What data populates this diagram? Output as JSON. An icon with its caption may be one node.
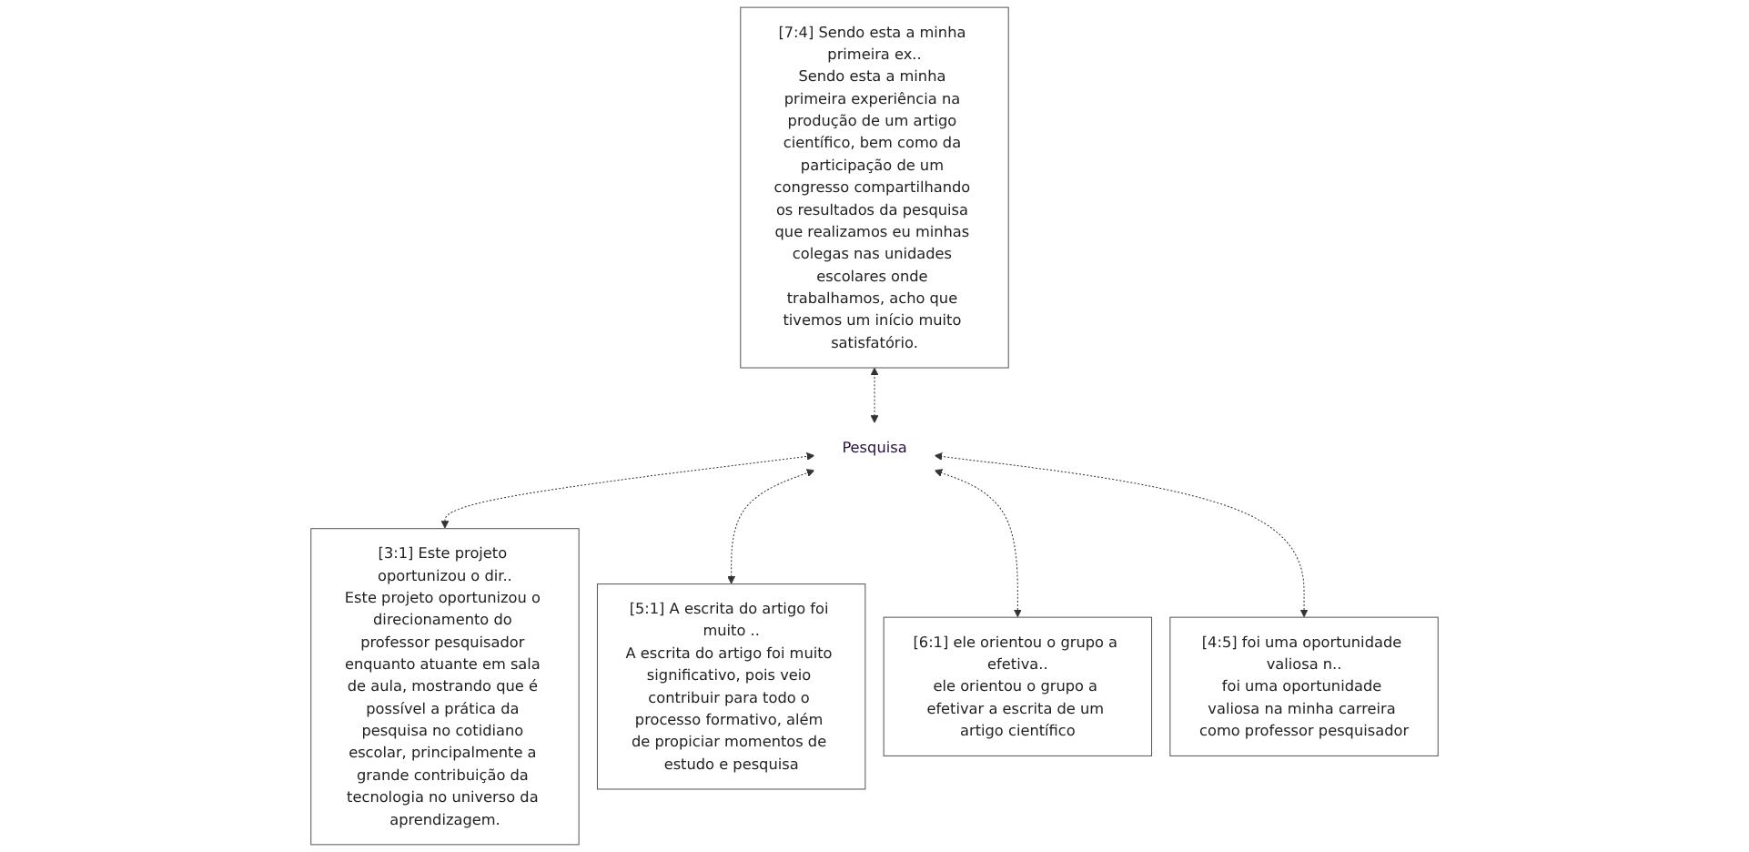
{
  "diagram": {
    "nodes": [
      {
        "text": [
          "[3:1] Este projeto oportunizou o dir..",
          "Este projeto oportunizou o direcionamento do professor pesquisador enquanto atuante em sala de aula, mostrando que é possível a prática da pesquisa no cotidiano escolar, principalmente a grande contribuição da tecnologia no universo da aprendizagem."
        ]
      },
      {
        "text": [
          "[5:1] A escrita do artigo foi muito ..",
          "A escrita do artigo foi muito significativo, pois veio contribuir para todo o processo formativo, além de propiciar momentos de estudo e pesquisa"
        ]
      },
      {
        "text": [
          "[6:1] ele orientou o grupo a efetiva..",
          "ele orientou o grupo a efetivar a escrita de um artigo científico"
        ]
      },
      {
        "text": [
          "[4:5] foi uma oportunidade valiosa n..",
          "foi uma oportunidade valiosa na minha carreira como professor pesquisador"
        ]
      },
      {
        "text": [
          "Pesquisa"
        ]
      },
      {
        "text": [
          "[7:4] Sendo esta a minha primeira ex..",
          "Sendo esta a minha primeira experiência na produção de um artigo científico, bem como da participação de um congresso compartilhando os resultados da pesquisa que realizamos eu minhas colegas nas unidades escolares onde trabalhamos, acho que tivemos um início muito satisfatório."
        ]
      }
    ],
    "edges": [
      {
        "from": 0,
        "to": 4,
        "arrow": "both",
        "style": "dashed"
      },
      {
        "from": 1,
        "to": 4,
        "arrow": "both",
        "style": "dashed"
      },
      {
        "from": 2,
        "to": 4,
        "arrow": "both",
        "style": "dashed"
      },
      {
        "from": 3,
        "to": 4,
        "arrow": "both",
        "style": "dashed"
      },
      {
        "from": 4,
        "to": 5,
        "arrow": "both",
        "style": "dashed"
      }
    ]
  }
}
